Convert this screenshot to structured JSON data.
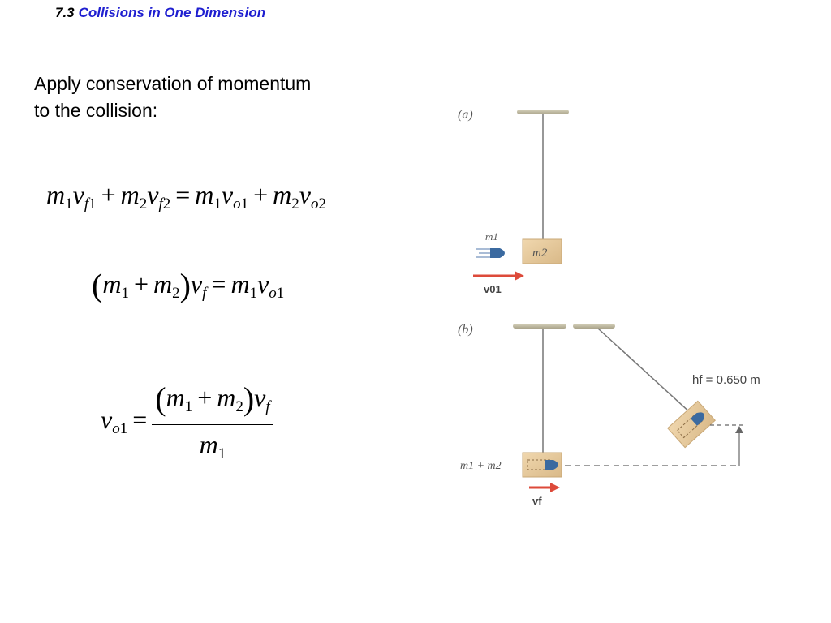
{
  "header": {
    "section_number": "7.3",
    "section_title": "Collisions in One Dimension"
  },
  "intro": {
    "line1": "Apply conservation of momentum",
    "line2": "to the collision:"
  },
  "equations": {
    "eq1": "m1 vf1 + m2 vf2 = m1 vo1 + m2 vo2",
    "eq2": "(m1 + m2) vf = m1 vo1",
    "eq3": "vo1 = (m1 + m2) vf / m1"
  },
  "figure": {
    "panel_a_label": "(a)",
    "panel_b_label": "(b)",
    "m1_label": "m1",
    "m2_label": "m2",
    "v01_label": "v01",
    "combined_label": "m1 + m2",
    "vf_label": "vf",
    "height_label": "hf = 0.650 m",
    "colors": {
      "block": "#e3c79c",
      "bullet": "#3b6aa0",
      "arrow": "#dd4a3a",
      "support": "#c6c0a8"
    }
  }
}
